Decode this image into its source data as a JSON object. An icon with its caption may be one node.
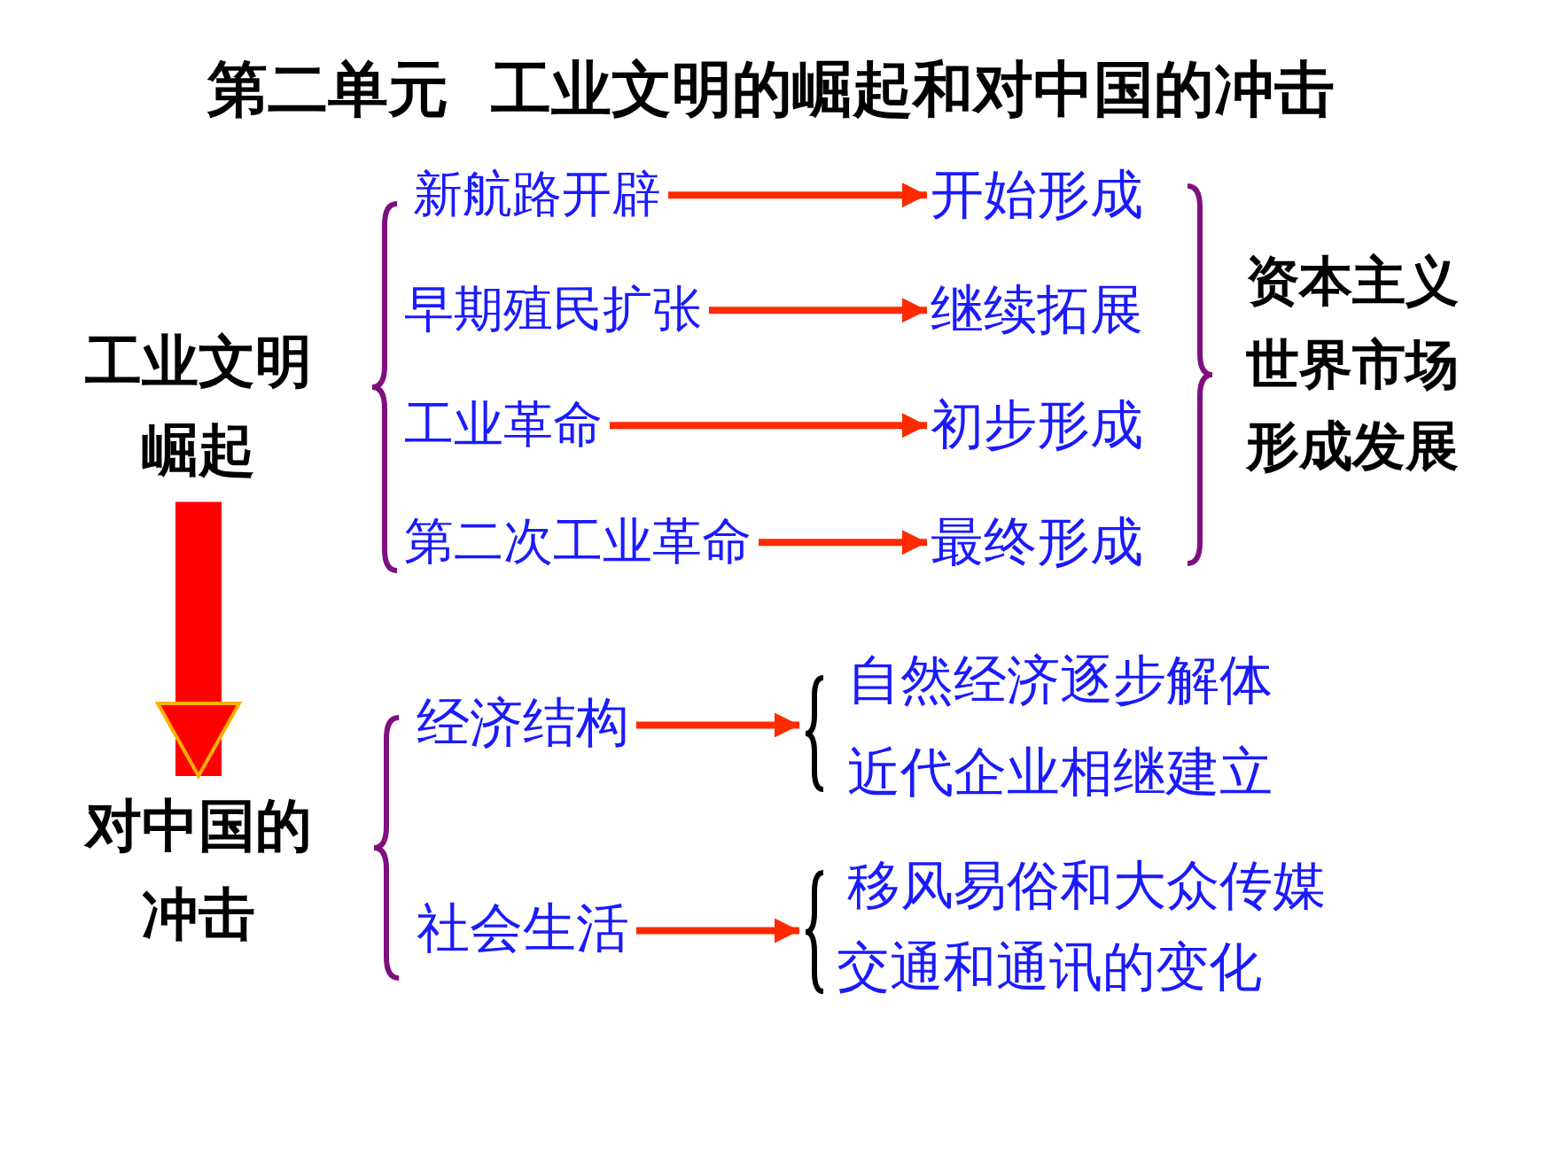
{
  "diagram": {
    "title": "第二单元  工业文明的崛起和对中国的冲击",
    "nodes": [
      {
        "text": [
          "工业文明崛起"
        ]
      },
      {
        "text": [
          "新航路开辟"
        ]
      },
      {
        "text": [
          "开始形成"
        ]
      },
      {
        "text": [
          "早期殖民扩张"
        ]
      },
      {
        "text": [
          "继续拓展"
        ]
      },
      {
        "text": [
          "工业革命"
        ]
      },
      {
        "text": [
          "初步形成"
        ]
      },
      {
        "text": [
          "第二次工业革命"
        ]
      },
      {
        "text": [
          "最终形成"
        ]
      },
      {
        "text": [
          "资本主义世界市场形成发展"
        ]
      },
      {
        "text": [
          "对中国的冲击"
        ]
      },
      {
        "text": [
          "经济结构"
        ]
      },
      {
        "text": [],
        "shape": "brace"
      },
      {
        "text": [
          "自然经济逐步解体"
        ]
      },
      {
        "text": [
          "近代企业相继建立"
        ]
      },
      {
        "text": [
          "社会生活"
        ]
      },
      {
        "text": [],
        "shape": "brace"
      },
      {
        "text": [
          "移风易俗和大众传媒"
        ]
      },
      {
        "text": [
          "交通和通讯的变化"
        ]
      }
    ],
    "edges": [
      {
        "from": 1,
        "to": 2,
        "arrow": "to"
      },
      {
        "from": 3,
        "to": 4,
        "arrow": "to"
      },
      {
        "from": 5,
        "to": 6,
        "arrow": "to"
      },
      {
        "from": 7,
        "to": 8,
        "arrow": "to"
      },
      {
        "from": 0,
        "to": 10,
        "arrow": "to",
        "style": "thick"
      },
      {
        "from": 11,
        "to": 12,
        "arrow": "to"
      },
      {
        "from": 15,
        "to": 16,
        "arrow": "to"
      }
    ]
  }
}
